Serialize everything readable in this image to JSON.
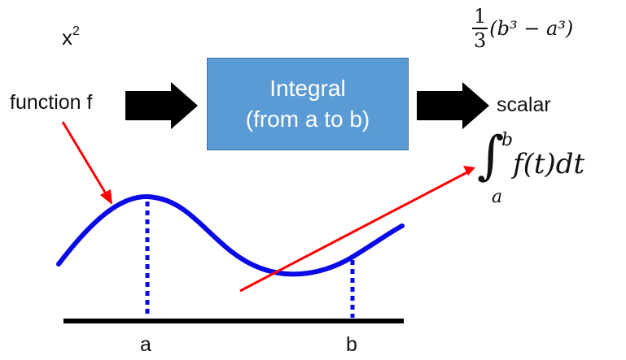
{
  "input": {
    "example_base": "x",
    "example_exponent": "2",
    "label": "function f"
  },
  "process": {
    "line1": "Integral",
    "line2": "(from a to b)"
  },
  "output": {
    "result_numerator": "1",
    "result_denominator": "3",
    "result_rest": "(b³ − a³)",
    "label": "scalar"
  },
  "integral": {
    "sign": "∫",
    "upper": "b",
    "lower": "a",
    "integrand": "f(t)dt"
  },
  "axis": {
    "label_a": "a",
    "label_b": "b"
  },
  "colors": {
    "box": "#5b9bd5",
    "curve": "#0a0ae6",
    "arrow_red": "#ff0000",
    "arrow_black": "#000000"
  }
}
